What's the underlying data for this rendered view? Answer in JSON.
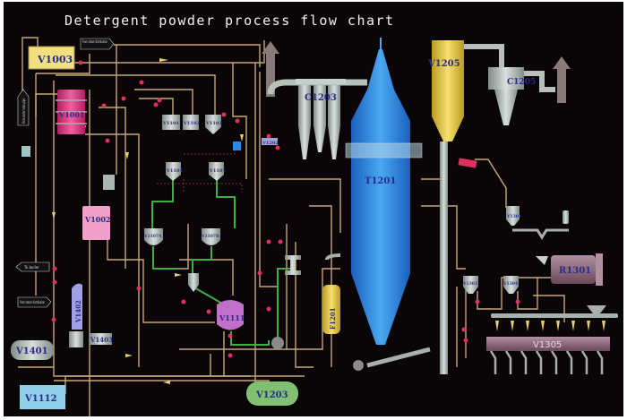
{
  "title": "Detergent powder process flow chart",
  "tags": {
    "steam_top": "From steam distribution",
    "water": "From water main pipe",
    "boiler": "To boiler",
    "steam_bottom": "From steam distribution"
  },
  "equipment": {
    "V1003": "V1003",
    "V1001": "V1001",
    "V1101": "V1101",
    "V1102": "V1102",
    "V1103": "V1103",
    "V1104": "V1104",
    "V1105": "V1105",
    "V1002": "V1002",
    "V1107A": "V1107A",
    "V1107B": "V1107B",
    "V1111": "V1111",
    "V1402": "V1402",
    "V1403": "V1403",
    "V1401": "V1401",
    "V1112": "V1112",
    "V1203": "V1203",
    "C1203": "C1203",
    "V1202": "V1202",
    "T1201": "T1201",
    "F1201": "F1201",
    "V1205": "V1205",
    "C1205": "C1205",
    "V1301": "V1301",
    "R1301": "R1301",
    "V1303": "V1303",
    "V1304": "V1304",
    "V1305": "V1305"
  },
  "colors": {
    "background": "#0a0506",
    "pipe": "#c8a878",
    "tower": "#2f8fe0",
    "v1205": "#e8d050",
    "v1001": "#e0408a",
    "v1002": "#f0a0c8",
    "v1111": "#c070c8",
    "v1203": "#80c070",
    "v1112": "#90d0e8",
    "v1003": "#f0e080",
    "valve": "#e03060"
  }
}
